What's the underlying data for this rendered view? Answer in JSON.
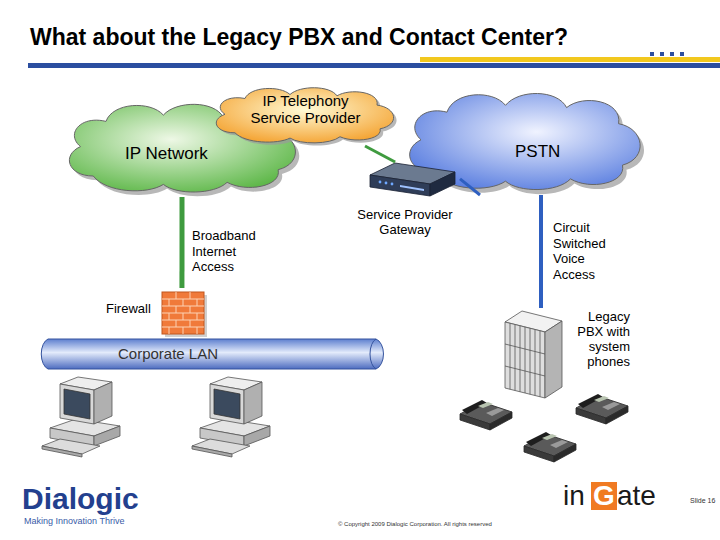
{
  "diagram": {
    "title": "What about the Legacy PBX and Contact Center?",
    "nodes": [
      {
        "text": [
          "IP Telephony Service Provider"
        ]
      },
      {
        "text": [
          "IP Network"
        ]
      },
      {
        "text": [
          "PSTN"
        ]
      },
      {
        "text": [
          "Service Provider Gateway"
        ]
      },
      {
        "text": [
          "Firewall"
        ]
      },
      {
        "text": [
          "Corporate LAN"
        ]
      },
      {
        "text": [
          "Legacy PBX with system phones"
        ]
      }
    ],
    "edges": [
      {
        "from": 1,
        "to": 4,
        "label": "Broadband Internet Access",
        "arrow": "none"
      },
      {
        "from": 0,
        "to": 3,
        "arrow": "none"
      },
      {
        "from": 3,
        "to": 2,
        "arrow": "none"
      },
      {
        "from": 2,
        "to": 6,
        "label": "Circuit Switched Voice Access",
        "arrow": "none"
      }
    ],
    "labels": [
      "Dialogic",
      "Making Innovation Thrive",
      "in",
      "G",
      "ate",
      "Slide 16",
      "© Copyright 2009 Dialogic Corporation. All rights reserved"
    ]
  }
}
